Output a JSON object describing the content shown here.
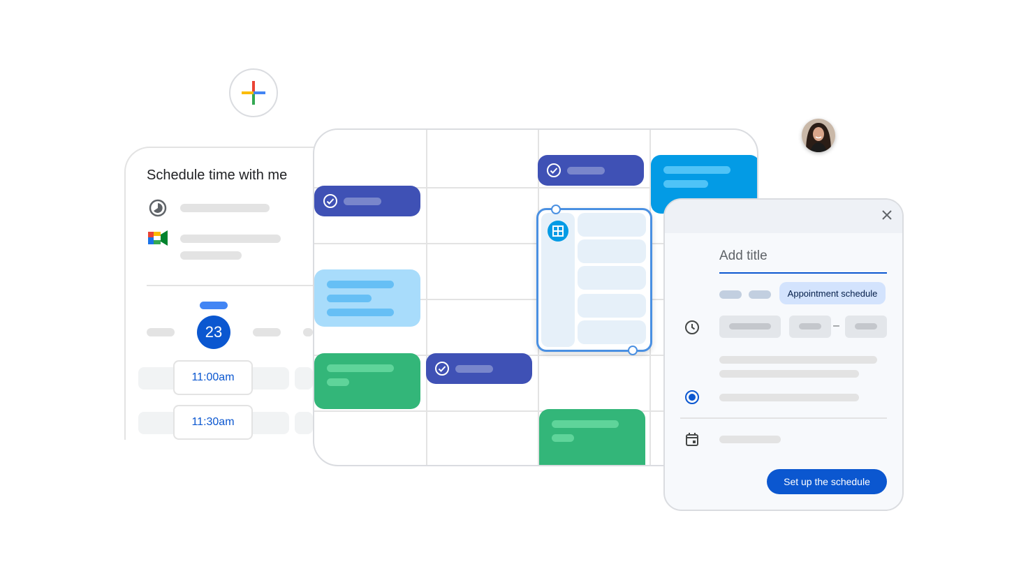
{
  "booking_page": {
    "title": "Schedule time with me",
    "selected_date": "23",
    "time_slots": [
      "11:00am",
      "11:30am"
    ]
  },
  "event_dialog": {
    "title_placeholder": "Add title",
    "type_chip": "Appointment schedule",
    "time_separator": "–",
    "primary_button": "Set up the schedule"
  },
  "colors": {
    "primary_blue": "#0b57d0",
    "task_indigo": "#3f51b5",
    "event_light_blue": "#a8dcfb",
    "event_green": "#33b679",
    "event_cyan": "#039be5",
    "selection_outline": "#4a90e2"
  },
  "icons": [
    "add-icon",
    "clock-icon",
    "meet-icon",
    "check-circle-icon",
    "grid-icon",
    "close-icon",
    "radio-icon",
    "calendar-icon"
  ]
}
